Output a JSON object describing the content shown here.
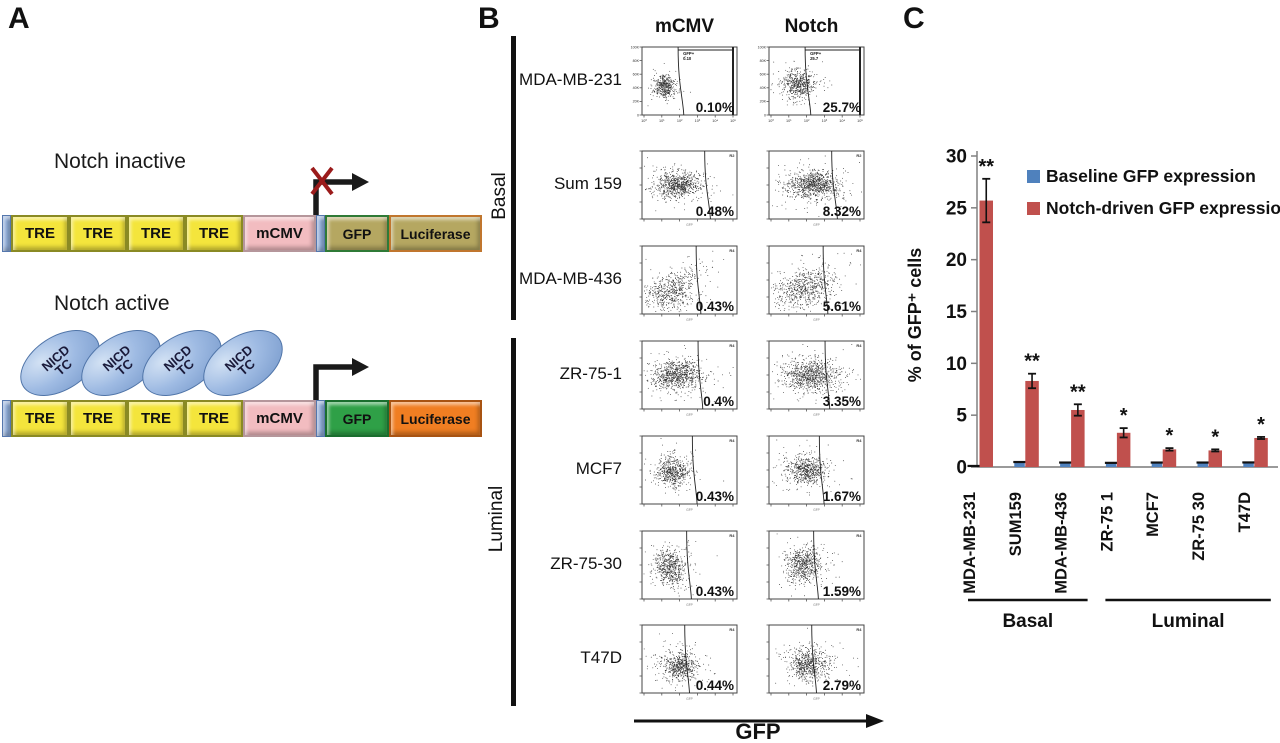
{
  "panelA": {
    "label": "A",
    "states": [
      {
        "title": "Notch inactive",
        "active": false
      },
      {
        "title": "Notch active",
        "active": true
      }
    ],
    "tre": "TRE",
    "mcmv": "mCMV",
    "gfp": "GFP",
    "luciferase": "Luciferase",
    "nicd_line1": "NICD",
    "nicd_line2": "TC",
    "colors": {
      "tre": "#F4E53C",
      "mcmv": "#F2BCC0",
      "linker": "#8FAEDC",
      "reporter_inactive": "#B5A761",
      "gfp_active": "#2FA047",
      "luciferase_active": "#F07E22",
      "gfp_border": "#2F7A36",
      "luciferase_border": "#C0762E",
      "nicd_fill": "#9FBBE3",
      "x_mark": "#9B1B1B"
    }
  },
  "panelB": {
    "label": "B",
    "columns": [
      "mCMV",
      "Notch"
    ],
    "xlabel": "GFP",
    "groups": [
      {
        "name": "Basal",
        "rows": [
          0,
          1,
          2
        ]
      },
      {
        "name": "Luminal",
        "rows": [
          3,
          4,
          5,
          6
        ]
      }
    ],
    "axis": {
      "row1_y_ticks": [
        "100K",
        "80K",
        "60K",
        "40K",
        "20K",
        "0"
      ],
      "row1_x_ticks": [
        "10⁰",
        "10¹",
        "10²",
        "10³",
        "10⁴",
        "10⁵"
      ]
    },
    "rows": [
      {
        "name": "MDA-MB-231",
        "mcmv_pct": "0.10%",
        "notch_pct": "25.7%",
        "gate_label_mcmv": "GFP+ 0.10",
        "gate_label_notch": "GFP+ 25.7",
        "corner": ""
      },
      {
        "name": "Sum 159",
        "mcmv_pct": "0.48%",
        "notch_pct": "8.32%",
        "gate_label_mcmv": "",
        "gate_label_notch": "",
        "corner": "R2"
      },
      {
        "name": "MDA-MB-436",
        "mcmv_pct": "0.43%",
        "notch_pct": "5.61%",
        "gate_label_mcmv": "",
        "gate_label_notch": "",
        "corner": "R4"
      },
      {
        "name": "ZR-75-1",
        "mcmv_pct": "0.4%",
        "notch_pct": "3.35%",
        "gate_label_mcmv": "",
        "gate_label_notch": "",
        "corner": "R4"
      },
      {
        "name": "MCF7",
        "mcmv_pct": "0.43%",
        "notch_pct": "1.67%",
        "gate_label_mcmv": "",
        "gate_label_notch": "",
        "corner": "R4"
      },
      {
        "name": "ZR-75-30",
        "mcmv_pct": "0.43%",
        "notch_pct": "1.59%",
        "gate_label_mcmv": "",
        "gate_label_notch": "",
        "corner": "R4"
      },
      {
        "name": "T47D",
        "mcmv_pct": "0.44%",
        "notch_pct": "2.79%",
        "gate_label_mcmv": "",
        "gate_label_notch": "",
        "corner": "R4"
      }
    ]
  },
  "panelC": {
    "label": "C"
  },
  "chart_data": {
    "type": "bar",
    "title": "",
    "xlabel": "",
    "ylabel": "% of GFP⁺ cells",
    "ylim": [
      0,
      30
    ],
    "yticks": [
      0,
      5,
      10,
      15,
      20,
      25,
      30
    ],
    "grid": false,
    "legend_position": "top-right-inside",
    "categories": [
      "MDA-MB-231",
      "SUM159",
      "MDA-MB-436",
      "ZR-75 1",
      "MCF7",
      "ZR-75 30",
      "T47D"
    ],
    "group_labels": [
      {
        "name": "Basal",
        "from": 0,
        "to": 2
      },
      {
        "name": "Luminal",
        "from": 3,
        "to": 6
      }
    ],
    "series": [
      {
        "name": "Baseline GFP expression",
        "color": "#4F81BD",
        "values": [
          0.1,
          0.48,
          0.43,
          0.4,
          0.43,
          0.43,
          0.44
        ]
      },
      {
        "name": "Notch-driven GFP expression",
        "color": "#C0504D",
        "values": [
          25.7,
          8.3,
          5.5,
          3.3,
          1.7,
          1.6,
          2.8
        ],
        "errors": [
          2.1,
          0.7,
          0.55,
          0.45,
          0.12,
          0.1,
          0.1
        ],
        "significance": [
          "**",
          "**",
          "**",
          "*",
          "*",
          "*",
          "*"
        ]
      }
    ]
  }
}
